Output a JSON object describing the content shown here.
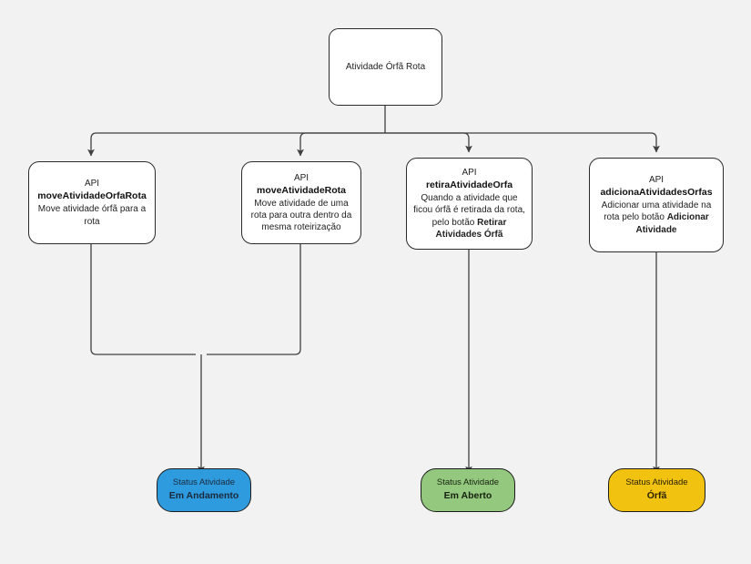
{
  "diagram": {
    "title": "Atividade Órfã Rota",
    "background": "#f2f2f2",
    "edge_color": "#404040",
    "root": {
      "id": "root",
      "label": "Atividade Órfã Rota"
    },
    "api_nodes": [
      {
        "id": "move-atividade-orfa-rota",
        "kind_label": "API",
        "name": "moveAtividadeOrfaRota",
        "description": "Move atividade órfã para a rota",
        "description_bold": ""
      },
      {
        "id": "move-atividade-rota",
        "kind_label": "API",
        "name": "moveAtividadeRota",
        "description": "Move atividade de uma rota para outra dentro da mesma roteirização",
        "description_bold": ""
      },
      {
        "id": "retira-atividade-orfa",
        "kind_label": "API",
        "name": "retiraAtividadeOrfa",
        "description": "Quando a atividade que ficou órfã é retirada da rota, pelo botão ",
        "description_bold": "Retirar Atividades Órfã"
      },
      {
        "id": "adiciona-atividades-orfas",
        "kind_label": "API",
        "name": "adicionaAtividadesOrfas",
        "description": "Adicionar uma atividade na rota pelo botão ",
        "description_bold": "Adicionar Atividade"
      }
    ],
    "status_nodes": [
      {
        "id": "status-em-andamento",
        "caption": "Status Atividade",
        "value": "Em Andamento",
        "fill": "#2e9bdf",
        "stroke": "#1c1c1c",
        "text_color": "#1b2a3a"
      },
      {
        "id": "status-em-aberto",
        "caption": "Status Atividade",
        "value": "Em Aberto",
        "fill": "#93c87e",
        "stroke": "#1c1c1c",
        "text_color": "#17210f"
      },
      {
        "id": "status-orfa",
        "caption": "Status Atividade",
        "value": "Órfã",
        "fill": "#f2c210",
        "stroke": "#1c1c1c",
        "text_color": "#2a2205"
      }
    ]
  }
}
